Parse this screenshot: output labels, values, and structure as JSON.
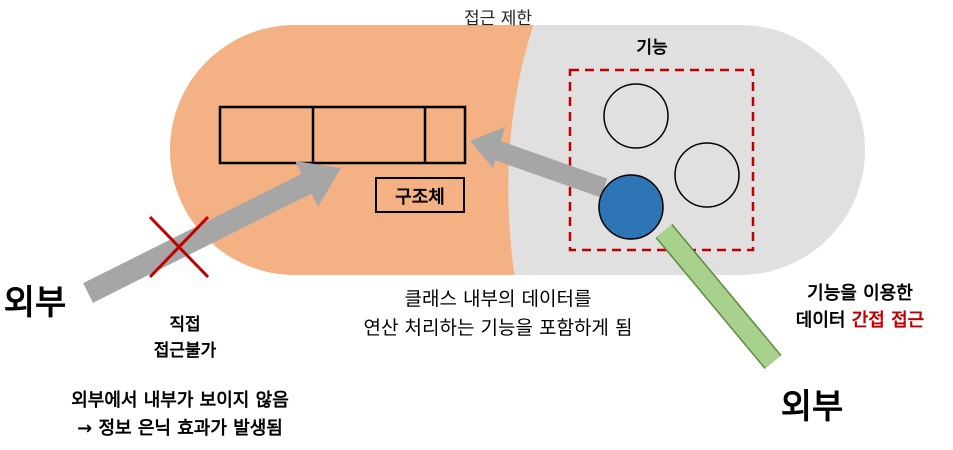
{
  "title": "접근 제한",
  "function_label": "기능",
  "struct_label": "구조체",
  "outside_left": "외부",
  "outside_right": "외부",
  "direct_line1": "직접",
  "direct_line2": "접근불가",
  "desc_line1": "클래스 내부의 데이터를",
  "desc_line2": "연산 처리하는 기능을 포함하게 됨",
  "right_line1": "기능을 이용한",
  "right_line2_prefix": "데이터 ",
  "right_line2_highlight": "간접 접근",
  "bottom_line1": "외부에서 내부가 보이지 않음",
  "bottom_line2": "→ 정보 은닉 효과가 발생됨",
  "colors": {
    "capsule_left": "#F4B183",
    "capsule_right": "#E0E0E0",
    "dashed_box": "#C00000",
    "cross": "#C00000",
    "active_circle": "#2E75B6",
    "green_stick": "#A9D18E",
    "arrow": "#A6A6A6",
    "highlight_text": "#C00000"
  }
}
